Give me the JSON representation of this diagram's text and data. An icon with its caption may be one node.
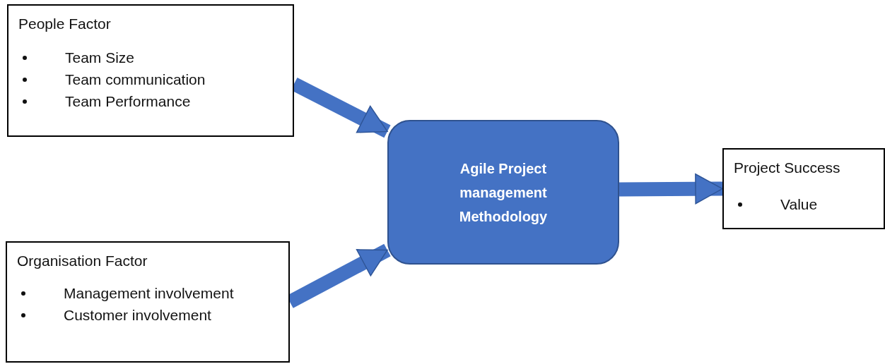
{
  "diagram": {
    "nodes": [
      {
        "text": [
          "People Factor",
          "Team Size",
          "Team communication",
          "Team Performance"
        ]
      },
      {
        "text": [
          "Organisation Factor",
          "Management involvement",
          "Customer involvement"
        ]
      },
      {
        "text": [
          "Agile Project management Methodology"
        ]
      },
      {
        "text": [
          "Project Success",
          "Value"
        ]
      }
    ],
    "edges": [
      {
        "from": 0,
        "to": 2,
        "arrow": "to"
      },
      {
        "from": 1,
        "to": 2,
        "arrow": "to"
      },
      {
        "from": 2,
        "to": 3,
        "arrow": "to"
      }
    ]
  }
}
